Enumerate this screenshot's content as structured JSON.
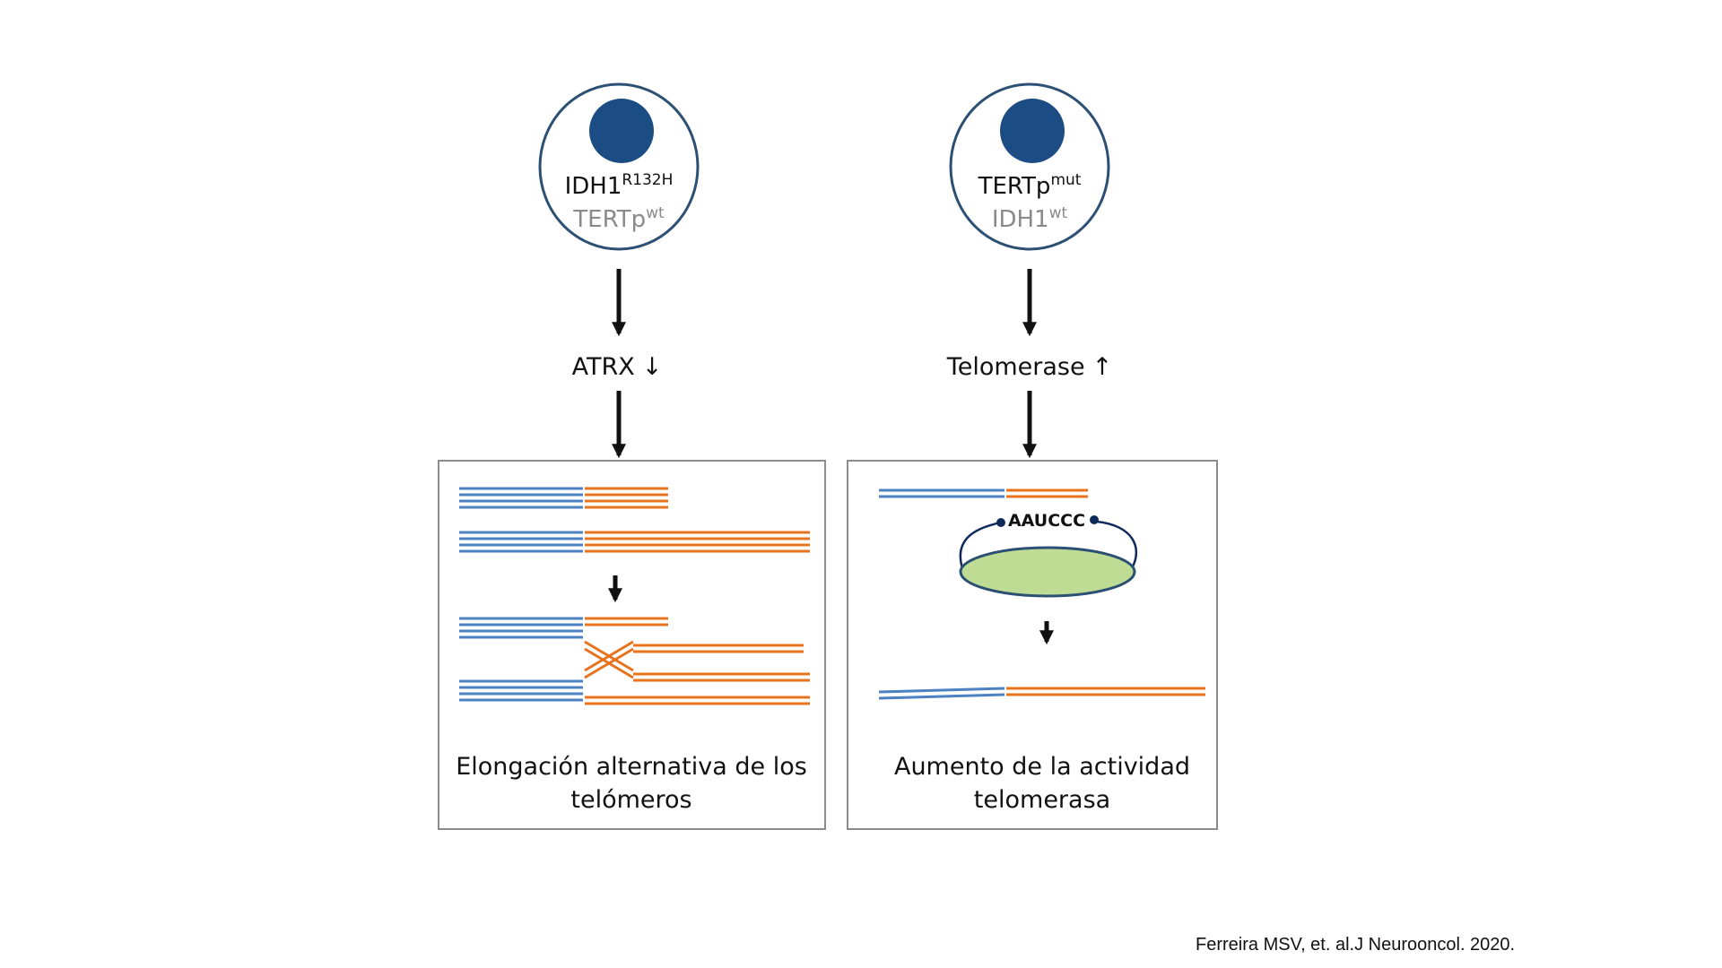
{
  "colors": {
    "cell_fill": "#ffffff",
    "cell_stroke": "#2c4f74",
    "nucleus": "#1c4c84",
    "blue_strand": "#4d82c2",
    "orange_strand": "#e8731c",
    "enzyme_fill": "#bfdc94",
    "enzyme_stroke": "#2c4f74",
    "rna_dot": "#0f2a5a"
  },
  "left": {
    "cell": {
      "gene_main": "IDH1",
      "gene_main_sup": "R132H",
      "gene_secondary": "TERTp",
      "gene_secondary_sup": "wt"
    },
    "step_label": "ATRX",
    "step_arrow": "↓",
    "caption_lines": [
      "Elongación alternativa de los",
      "telómeros"
    ]
  },
  "right": {
    "cell": {
      "gene_main": "TERTp",
      "gene_main_sup": "mut",
      "gene_secondary": "IDH1",
      "gene_secondary_sup": "wt"
    },
    "step_label": "Telomerase",
    "step_arrow": "↑",
    "rna_template": "AAUCCC",
    "caption_lines": [
      "Aumento de la actividad",
      "telomerasa"
    ]
  },
  "citation": "Ferreira MSV, et. al.J Neurooncol. 2020."
}
